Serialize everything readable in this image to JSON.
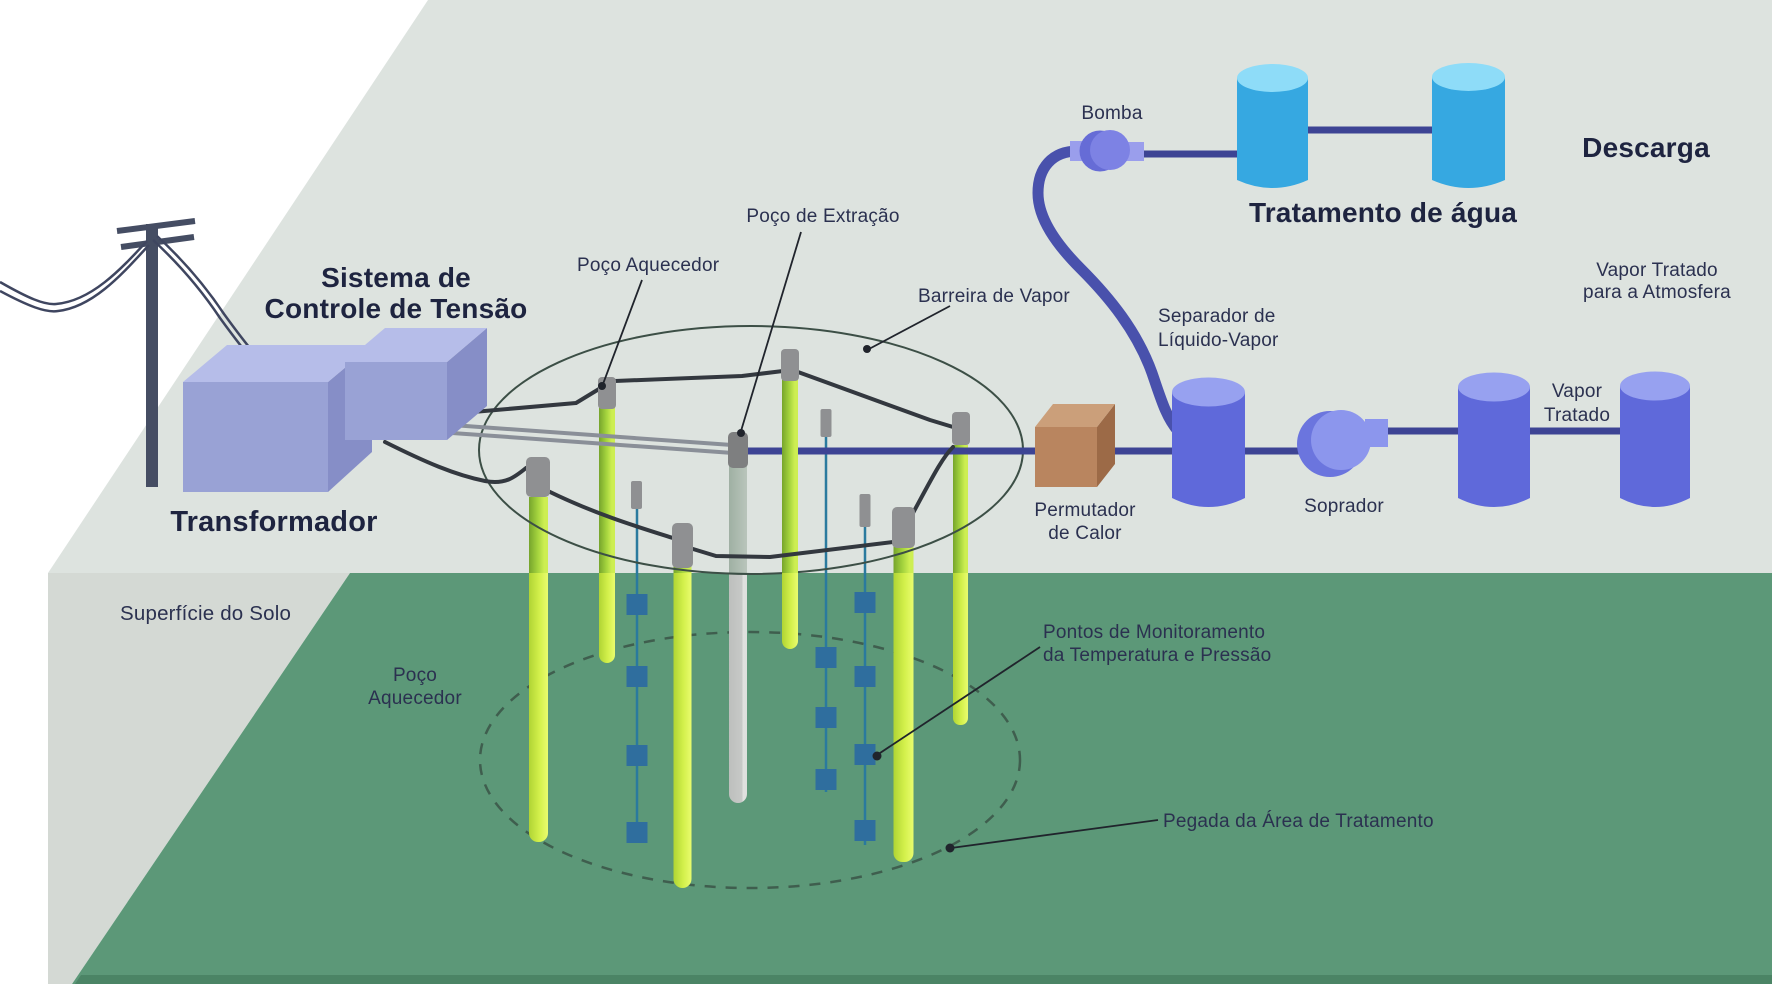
{
  "labels": {
    "power": {
      "transformer": "Transformador",
      "voltage_control_line1": "Sistema de",
      "voltage_control_line2": "Controle de Tensão"
    },
    "wellfield": {
      "heater_well_top": "Poço Aquecedor",
      "extraction_well": "Poço de Extração",
      "vapor_barrier": "Barreira de Vapor"
    },
    "treatment": {
      "heat_exchanger_line1": "Permutador",
      "heat_exchanger_line2": "de Calor",
      "separator_line1": "Separador de",
      "separator_line2": "Líquido-Vapor",
      "blower": "Soprador",
      "treated_vapor_line1": "Vapor",
      "treated_vapor_line2": "Tratado",
      "pump": "Bomba",
      "water_treatment": "Tratamento de água",
      "discharge": "Descarga",
      "to_atmosphere_line1": "Vapor Tratado",
      "to_atmosphere_line2": "para a Atmosfera"
    },
    "subsurface": {
      "ground_surface": "Superfície do Solo",
      "heater_well_line1": "Poço",
      "heater_well_line2": "Aquecedor",
      "monitoring_line1": "Pontos de Monitoramento",
      "monitoring_line2": "da Temperatura e Pressão",
      "footprint": "Pegada da Área de Tratamento"
    }
  },
  "colors": {
    "surface": "#dde3df",
    "surface_wedge": "#d4d9d4",
    "ground_green": "#5c9878",
    "ground_band": "#4b8465",
    "pipe_blue": "#3d4494",
    "pipe_thick": "#4951ac",
    "wire_black": "#33383f",
    "conduit_gray": "#8a8f98",
    "well_green_light": "#cdee52",
    "well_green_dark": "#76a42c",
    "cap_gray": "#8f9092",
    "box_front": "#99a2d5",
    "box_top": "#b6bde9",
    "box_side": "#868ec7",
    "exchanger_front": "#b9855f",
    "exchanger_top": "#cb9f7a",
    "exchanger_side": "#9c6a47",
    "cylinder_purple": "#5f69da",
    "cylinder_purple_top": "#97a1f0",
    "cylinder_blue": "#36a8e1",
    "cylinder_blue_top": "#8edcf8",
    "pump_body": "#7d82e4",
    "blower_body": "#8c96ed",
    "monitor_square": "#2f6e9e",
    "text_dark": "#1e2440"
  }
}
